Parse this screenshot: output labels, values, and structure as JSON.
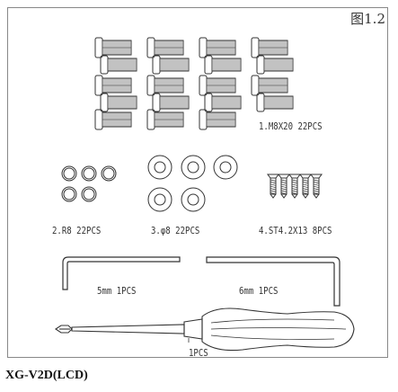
{
  "figure": {
    "number_label": "图1.2"
  },
  "parts": [
    {
      "id": "bolts",
      "label": "1.M8X20  22PCS"
    },
    {
      "id": "rings",
      "label": "2.R8   22PCS"
    },
    {
      "id": "washers",
      "label": "3.φ8  22PCS"
    },
    {
      "id": "screws",
      "label": "4.ST4.2X13  8PCS"
    },
    {
      "id": "hexkey5",
      "label": "5mm  1PCS"
    },
    {
      "id": "hexkey6",
      "label": "6mm  1PCS"
    },
    {
      "id": "screwdriver",
      "label": "1PCS"
    }
  ],
  "footer": {
    "model": "XG-V2D(LCD)"
  }
}
